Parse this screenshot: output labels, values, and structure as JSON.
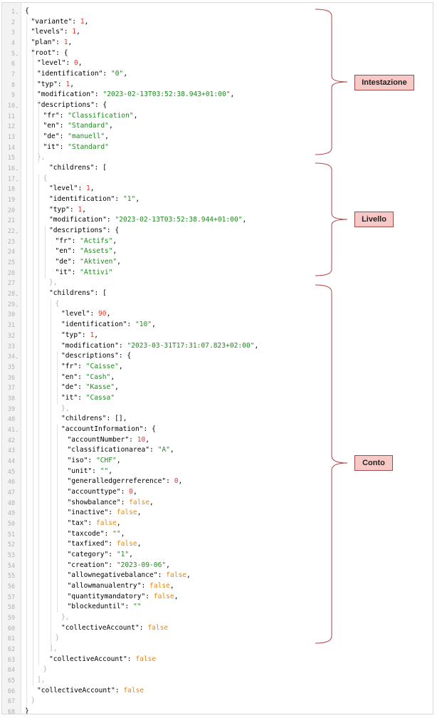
{
  "labels": {
    "intestazione": "Intestazione",
    "livello": "Livello",
    "conto": "Conto"
  },
  "colors": {
    "string": "#1c8a1c",
    "number": "#e0382f",
    "boolean": "#e8860e",
    "label_fill": "#f6c8c6",
    "label_border": "#9a4b4b",
    "brace": "#b04040"
  },
  "lines": [
    {
      "n": "1",
      "fold": true,
      "t": [
        [
          "pun",
          "{"
        ]
      ]
    },
    {
      "n": "2",
      "t": [
        [
          "key",
          "\"variante\""
        ],
        [
          "pun",
          ": "
        ],
        [
          "num",
          "1"
        ],
        [
          "pun",
          ","
        ]
      ]
    },
    {
      "n": "3",
      "t": [
        [
          "key",
          "\"levels\""
        ],
        [
          "pun",
          ": "
        ],
        [
          "num",
          "1"
        ],
        [
          "pun",
          ","
        ]
      ]
    },
    {
      "n": "4",
      "t": [
        [
          "key",
          "\"plan\""
        ],
        [
          "pun",
          ": "
        ],
        [
          "num",
          "1"
        ],
        [
          "pun",
          ","
        ]
      ]
    },
    {
      "n": "5",
      "fold": true,
      "t": [
        [
          "key",
          "\"root\""
        ],
        [
          "pun",
          ": {"
        ]
      ]
    },
    {
      "n": "6",
      "t": [
        [
          "key",
          "\"level\""
        ],
        [
          "pun",
          ": "
        ],
        [
          "num",
          "0"
        ],
        [
          "pun",
          ","
        ]
      ]
    },
    {
      "n": "7",
      "t": [
        [
          "key",
          "\"identification\""
        ],
        [
          "pun",
          ": "
        ],
        [
          "str",
          "\"0\""
        ],
        [
          "pun",
          ","
        ]
      ]
    },
    {
      "n": "8",
      "t": [
        [
          "key",
          "\"typ\""
        ],
        [
          "pun",
          ": "
        ],
        [
          "num",
          "1"
        ],
        [
          "pun",
          ","
        ]
      ]
    },
    {
      "n": "9",
      "t": [
        [
          "key",
          "\"modification\""
        ],
        [
          "pun",
          ": "
        ],
        [
          "str",
          "\"2023-02-13T03:52:38.943+01:00\""
        ],
        [
          "pun",
          ","
        ]
      ]
    },
    {
      "n": "10",
      "fold": true,
      "t": [
        [
          "key",
          "\"descriptions\""
        ],
        [
          "pun",
          ": {"
        ]
      ]
    },
    {
      "n": "11",
      "t": [
        [
          "key",
          "\"fr\""
        ],
        [
          "pun",
          ": "
        ],
        [
          "str",
          "\"Classification\""
        ],
        [
          "pun",
          ","
        ]
      ]
    },
    {
      "n": "12",
      "t": [
        [
          "key",
          "\"en\""
        ],
        [
          "pun",
          ": "
        ],
        [
          "str",
          "\"Standard\""
        ],
        [
          "pun",
          ","
        ]
      ]
    },
    {
      "n": "13",
      "t": [
        [
          "key",
          "\"de\""
        ],
        [
          "pun",
          ": "
        ],
        [
          "str",
          "\"manuell\""
        ],
        [
          "pun",
          ","
        ]
      ]
    },
    {
      "n": "14",
      "t": [
        [
          "key",
          "\"it\""
        ],
        [
          "pun",
          ": "
        ],
        [
          "str",
          "\"Standard\""
        ]
      ]
    },
    {
      "n": "15",
      "t": [
        [
          "gray",
          "},"
        ]
      ]
    },
    {
      "n": "16",
      "fold": true,
      "t": [
        [
          "key",
          "\"childrens\""
        ],
        [
          "pun",
          ": ["
        ]
      ]
    },
    {
      "n": "17",
      "fold": true,
      "t": [
        [
          "gray",
          "{"
        ]
      ]
    },
    {
      "n": "18",
      "t": [
        [
          "key",
          "\"level\""
        ],
        [
          "pun",
          ": "
        ],
        [
          "num",
          "1"
        ],
        [
          "pun",
          ","
        ]
      ]
    },
    {
      "n": "19",
      "t": [
        [
          "key",
          "\"identification\""
        ],
        [
          "pun",
          ": "
        ],
        [
          "str",
          "\"1\""
        ],
        [
          "pun",
          ","
        ]
      ]
    },
    {
      "n": "20",
      "t": [
        [
          "key",
          "\"typ\""
        ],
        [
          "pun",
          ": "
        ],
        [
          "num",
          "1"
        ],
        [
          "pun",
          ","
        ]
      ]
    },
    {
      "n": "21",
      "t": [
        [
          "key",
          "\"modification\""
        ],
        [
          "pun",
          ": "
        ],
        [
          "str",
          "\"2023-02-13T03:52:38.944+01:00\""
        ],
        [
          "pun",
          ","
        ]
      ]
    },
    {
      "n": "22",
      "fold": true,
      "t": [
        [
          "key",
          "\"descriptions\""
        ],
        [
          "pun",
          ": {"
        ]
      ]
    },
    {
      "n": "23",
      "t": [
        [
          "key",
          "\"fr\""
        ],
        [
          "pun",
          ": "
        ],
        [
          "str",
          "\"Actifs\""
        ],
        [
          "pun",
          ","
        ]
      ]
    },
    {
      "n": "24",
      "t": [
        [
          "key",
          "\"en\""
        ],
        [
          "pun",
          ": "
        ],
        [
          "str",
          "\"Assets\""
        ],
        [
          "pun",
          ","
        ]
      ]
    },
    {
      "n": "25",
      "t": [
        [
          "key",
          "\"de\""
        ],
        [
          "pun",
          ": "
        ],
        [
          "str",
          "\"Aktiven\""
        ],
        [
          "pun",
          ","
        ]
      ]
    },
    {
      "n": "26",
      "t": [
        [
          "key",
          "\"it\""
        ],
        [
          "pun",
          ": "
        ],
        [
          "str",
          "\"Attivi\""
        ]
      ]
    },
    {
      "n": "27",
      "t": [
        [
          "gray",
          "},"
        ]
      ]
    },
    {
      "n": "28",
      "fold": true,
      "t": [
        [
          "key",
          "\"childrens\""
        ],
        [
          "pun",
          ": ["
        ]
      ]
    },
    {
      "n": "29",
      "fold": true,
      "t": [
        [
          "gray",
          "{"
        ]
      ]
    },
    {
      "n": "30",
      "t": [
        [
          "key",
          "\"level\""
        ],
        [
          "pun",
          ": "
        ],
        [
          "num",
          "90"
        ],
        [
          "pun",
          ","
        ]
      ]
    },
    {
      "n": "31",
      "t": [
        [
          "key",
          "\"identification\""
        ],
        [
          "pun",
          ": "
        ],
        [
          "str",
          "\"10\""
        ],
        [
          "pun",
          ","
        ]
      ]
    },
    {
      "n": "32",
      "t": [
        [
          "key",
          "\"typ\""
        ],
        [
          "pun",
          ": "
        ],
        [
          "num",
          "1"
        ],
        [
          "pun",
          ","
        ]
      ]
    },
    {
      "n": "33",
      "t": [
        [
          "key",
          "\"modification\""
        ],
        [
          "pun",
          ": "
        ],
        [
          "str",
          "\"2023-03-31T17:31:07.823+02:00\""
        ],
        [
          "pun",
          ","
        ]
      ]
    },
    {
      "n": "34",
      "fold": true,
      "t": [
        [
          "key",
          "\"descriptions\""
        ],
        [
          "pun",
          ": {"
        ]
      ]
    },
    {
      "n": "35",
      "t": [
        [
          "key",
          "\"fr\""
        ],
        [
          "pun",
          ": "
        ],
        [
          "str",
          "\"Caisse\""
        ],
        [
          "pun",
          ","
        ]
      ]
    },
    {
      "n": "36",
      "t": [
        [
          "key",
          "\"en\""
        ],
        [
          "pun",
          ": "
        ],
        [
          "str",
          "\"Cash\""
        ],
        [
          "pun",
          ","
        ]
      ]
    },
    {
      "n": "37",
      "t": [
        [
          "key",
          "\"de\""
        ],
        [
          "pun",
          ": "
        ],
        [
          "str",
          "\"Kasse\""
        ],
        [
          "pun",
          ","
        ]
      ]
    },
    {
      "n": "38",
      "t": [
        [
          "key",
          "\"it\""
        ],
        [
          "pun",
          ": "
        ],
        [
          "str",
          "\"Cassa\""
        ]
      ]
    },
    {
      "n": "39",
      "t": [
        [
          "gray",
          "},"
        ]
      ]
    },
    {
      "n": "40",
      "t": [
        [
          "key",
          "\"childrens\""
        ],
        [
          "pun",
          ": [],"
        ]
      ]
    },
    {
      "n": "41",
      "fold": true,
      "t": [
        [
          "key",
          "\"accountInformation\""
        ],
        [
          "pun",
          ": {"
        ]
      ]
    },
    {
      "n": "42",
      "t": [
        [
          "key",
          "\"accountNumber\""
        ],
        [
          "pun",
          ": "
        ],
        [
          "num",
          "10"
        ],
        [
          "pun",
          ","
        ]
      ]
    },
    {
      "n": "43",
      "t": [
        [
          "key",
          "\"classificationarea\""
        ],
        [
          "pun",
          ": "
        ],
        [
          "str",
          "\"A\""
        ],
        [
          "pun",
          ","
        ]
      ]
    },
    {
      "n": "44",
      "t": [
        [
          "key",
          "\"iso\""
        ],
        [
          "pun",
          ": "
        ],
        [
          "str",
          "\"CHF\""
        ],
        [
          "pun",
          ","
        ]
      ]
    },
    {
      "n": "45",
      "t": [
        [
          "key",
          "\"unit\""
        ],
        [
          "pun",
          ": "
        ],
        [
          "str",
          "\"\""
        ],
        [
          "pun",
          ","
        ]
      ]
    },
    {
      "n": "46",
      "t": [
        [
          "key",
          "\"generalledgerreference\""
        ],
        [
          "pun",
          ": "
        ],
        [
          "num",
          "0"
        ],
        [
          "pun",
          ","
        ]
      ]
    },
    {
      "n": "47",
      "t": [
        [
          "key",
          "\"accounttype\""
        ],
        [
          "pun",
          ": "
        ],
        [
          "num",
          "0"
        ],
        [
          "pun",
          ","
        ]
      ]
    },
    {
      "n": "48",
      "t": [
        [
          "key",
          "\"showbalance\""
        ],
        [
          "pun",
          ": "
        ],
        [
          "bool",
          "false"
        ],
        [
          "pun",
          ","
        ]
      ]
    },
    {
      "n": "49",
      "t": [
        [
          "key",
          "\"inactive\""
        ],
        [
          "pun",
          ": "
        ],
        [
          "bool",
          "false"
        ],
        [
          "pun",
          ","
        ]
      ]
    },
    {
      "n": "50",
      "t": [
        [
          "key",
          "\"tax\""
        ],
        [
          "pun",
          ": "
        ],
        [
          "bool",
          "false"
        ],
        [
          "pun",
          ","
        ]
      ]
    },
    {
      "n": "51",
      "t": [
        [
          "key",
          "\"taxcode\""
        ],
        [
          "pun",
          ": "
        ],
        [
          "str",
          "\"\""
        ],
        [
          "pun",
          ","
        ]
      ]
    },
    {
      "n": "52",
      "t": [
        [
          "key",
          "\"taxfixed\""
        ],
        [
          "pun",
          ": "
        ],
        [
          "bool",
          "false"
        ],
        [
          "pun",
          ","
        ]
      ]
    },
    {
      "n": "53",
      "t": [
        [
          "key",
          "\"category\""
        ],
        [
          "pun",
          ": "
        ],
        [
          "str",
          "\"1\""
        ],
        [
          "pun",
          ","
        ]
      ]
    },
    {
      "n": "54",
      "t": [
        [
          "key",
          "\"creation\""
        ],
        [
          "pun",
          ": "
        ],
        [
          "str",
          "\"2023-09-06\""
        ],
        [
          "pun",
          ","
        ]
      ]
    },
    {
      "n": "55",
      "t": [
        [
          "key",
          "\"allownegativebalance\""
        ],
        [
          "pun",
          ": "
        ],
        [
          "bool",
          "false"
        ],
        [
          "pun",
          ","
        ]
      ]
    },
    {
      "n": "56",
      "t": [
        [
          "key",
          "\"allowmanualentry\""
        ],
        [
          "pun",
          ": "
        ],
        [
          "bool",
          "false"
        ],
        [
          "pun",
          ","
        ]
      ]
    },
    {
      "n": "57",
      "t": [
        [
          "key",
          "\"quantitymandatory\""
        ],
        [
          "pun",
          ": "
        ],
        [
          "bool",
          "false"
        ],
        [
          "pun",
          ","
        ]
      ]
    },
    {
      "n": "58",
      "t": [
        [
          "key",
          "\"blockeduntil\""
        ],
        [
          "pun",
          ": "
        ],
        [
          "str",
          "\"\""
        ]
      ]
    },
    {
      "n": "59",
      "t": [
        [
          "gray",
          "},"
        ]
      ]
    },
    {
      "n": "60",
      "t": [
        [
          "key",
          "\"collectiveAccount\""
        ],
        [
          "pun",
          ": "
        ],
        [
          "bool",
          "false"
        ]
      ]
    },
    {
      "n": "61",
      "t": [
        [
          "gray",
          "}"
        ]
      ]
    },
    {
      "n": "62",
      "t": [
        [
          "gray",
          "],"
        ]
      ]
    },
    {
      "n": "63",
      "t": [
        [
          "key",
          "\"collectiveAccount\""
        ],
        [
          "pun",
          ": "
        ],
        [
          "bool",
          "false"
        ]
      ]
    },
    {
      "n": "64",
      "t": [
        [
          "gray",
          "}"
        ]
      ]
    },
    {
      "n": "65",
      "t": [
        [
          "gray",
          "],"
        ]
      ]
    },
    {
      "n": "66",
      "t": [
        [
          "key",
          "\"collectiveAccount\""
        ],
        [
          "pun",
          ": "
        ],
        [
          "bool",
          "false"
        ]
      ]
    },
    {
      "n": "67",
      "t": [
        [
          "gray",
          "}"
        ]
      ]
    },
    {
      "n": "68",
      "t": [
        [
          "pun",
          "}"
        ]
      ]
    }
  ]
}
